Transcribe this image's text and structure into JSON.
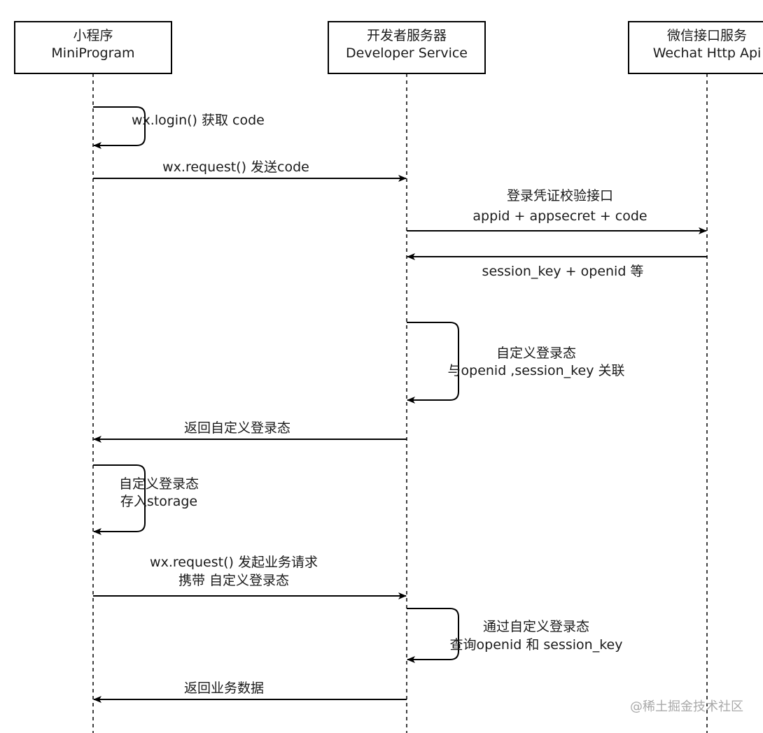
{
  "participants": [
    {
      "lines": [
        "小程序",
        "MiniProgram"
      ]
    },
    {
      "lines": [
        "开发者服务器",
        "Developer Service"
      ]
    },
    {
      "lines": [
        "微信接口服务",
        "Wechat Http Api"
      ]
    }
  ],
  "messages": [
    {
      "from": 0,
      "to": 0,
      "lines": [
        "wx.login() 获取 code"
      ]
    },
    {
      "from": 0,
      "to": 1,
      "lines": [
        "wx.request() 发送code"
      ]
    },
    {
      "from": 1,
      "to": 2,
      "lines": [
        "登录凭证校验接口",
        "appid + appsecret + code"
      ]
    },
    {
      "from": 2,
      "to": 1,
      "lines": [
        "session_key + openid 等"
      ]
    },
    {
      "from": 1,
      "to": 1,
      "lines": [
        "自定义登录态",
        "与openid ,session_key 关联"
      ]
    },
    {
      "from": 1,
      "to": 0,
      "lines": [
        "返回自定义登录态"
      ]
    },
    {
      "from": 0,
      "to": 0,
      "lines": [
        "自定义登录态",
        "存入storage"
      ]
    },
    {
      "from": 0,
      "to": 1,
      "lines": [
        "wx.request() 发起业务请求",
        "携带 自定义登录态"
      ]
    },
    {
      "from": 1,
      "to": 1,
      "lines": [
        "通过自定义登录态",
        "查询openid 和 session_key"
      ]
    },
    {
      "from": 1,
      "to": 0,
      "lines": [
        "返回业务数据"
      ]
    }
  ],
  "watermark": "@稀土掘金技术社区"
}
